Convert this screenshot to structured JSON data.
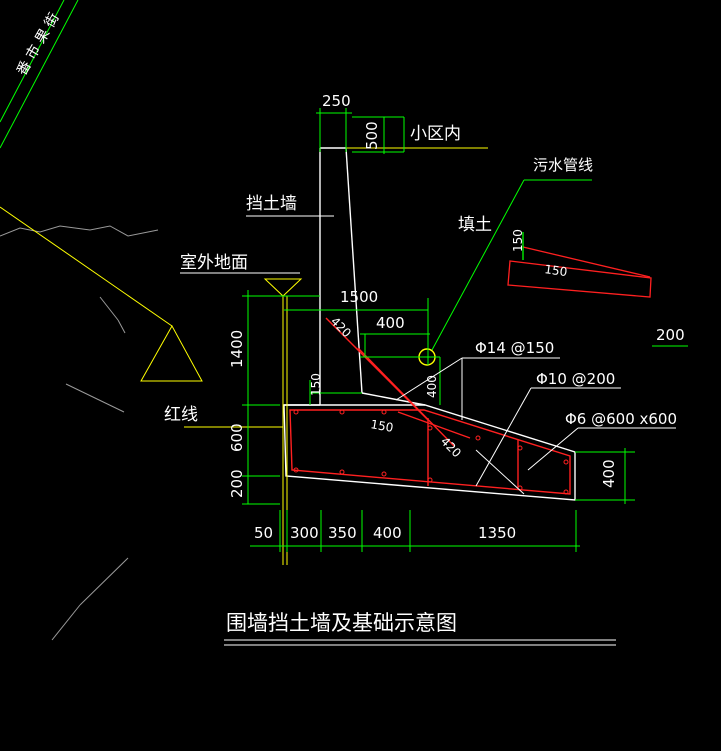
{
  "drawing": {
    "title": "围墙挡土墙及基础示意图",
    "road_label": "番 市 果 街",
    "labels": {
      "community_inside": "小区内",
      "retaining_wall": "挡土墙",
      "outdoor_ground": "室外地面",
      "fill_soil": "填土",
      "sewer_pipe": "污水管线",
      "red_line": "红线"
    },
    "rebar": {
      "r14": "Φ14 @150",
      "r10": "Φ10 @200",
      "r6": "Φ6 @600 x600"
    },
    "dims": {
      "top_width": "250",
      "top_height": "500",
      "height_1400": "1400",
      "height_600": "600",
      "height_200": "200",
      "base_top_1500": "1500",
      "pipe_offset_400": "400",
      "pipe_height_400": "400",
      "chamfer_420_a": "420",
      "chamfer_420_b": "420",
      "haunch_150_v": "150",
      "haunch_150_d": "150",
      "end_height_400": "400",
      "bottom_50": "50",
      "bottom_300": "300",
      "bottom_350": "350",
      "bottom_400": "400",
      "bottom_1350": "1350",
      "side_200": "200",
      "detail_150_v": "150",
      "detail_150_d": "150"
    },
    "colors": {
      "background": "#000000",
      "text": "#ffffff",
      "dimension": "#00ff00",
      "concrete_outline": "#ffffff",
      "rebar": "#ff2020",
      "yellow_line": "#ffff00",
      "leader": "#00ff00",
      "grey_line": "#9a9a9a"
    }
  }
}
